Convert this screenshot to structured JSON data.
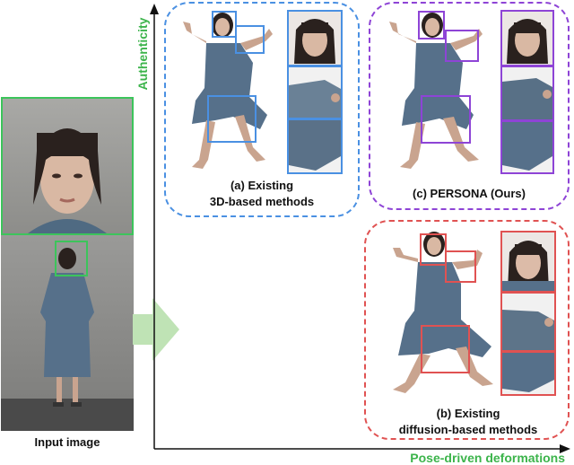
{
  "input": {
    "caption": "Input image"
  },
  "axes": {
    "y_label": "Authenticity",
    "x_label": "Pose-driven deformations"
  },
  "panels": [
    {
      "title_line1": "(a) Existing",
      "title_line2": "3D-based methods",
      "color": "#4a90e2"
    },
    {
      "title_line1": "(c) PERSONA (Ours)",
      "title_line2": "",
      "color": "#8e44d6"
    },
    {
      "title_line1": "(b) Existing",
      "title_line2": "diffusion-based methods",
      "color": "#e05252"
    }
  ],
  "colors": {
    "green": "#3cc45b",
    "arrow": "#bfe3b5",
    "axis": "#111111"
  }
}
